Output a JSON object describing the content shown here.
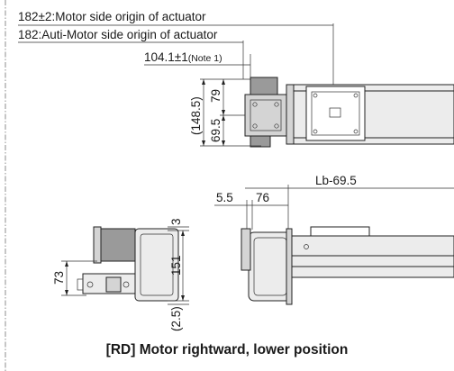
{
  "labels": {
    "motor_side_origin": "182±2:Motor side origin of actuator",
    "anti_motor_side_origin": "182:Auti-Motor side origin of actuator",
    "dim_104": "104.1±1",
    "note": "(Note 1)",
    "dim_79": "79",
    "dim_148": "(148.5)",
    "dim_69": "69.5",
    "dim_lb": "Lb-69.5",
    "dim_5_5": "5.5",
    "dim_76": "76",
    "dim_3": "3",
    "dim_151": "151",
    "dim_2_5": "(2.5)",
    "dim_73": "73"
  },
  "caption": "[RD] Motor rightward, lower position"
}
